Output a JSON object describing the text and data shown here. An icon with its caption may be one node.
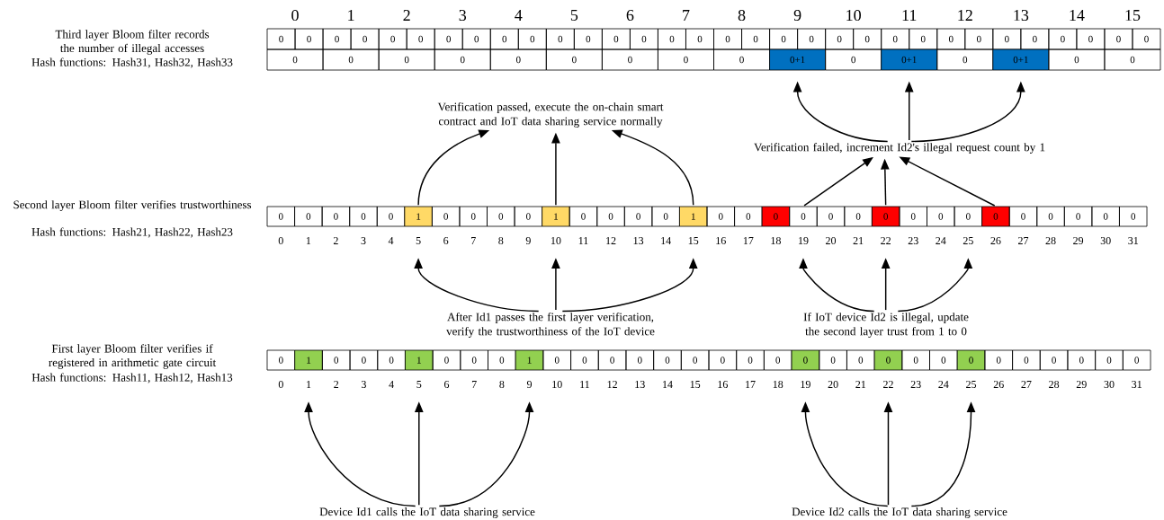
{
  "diagram": {
    "nodes": [
      {
        "text": [
          "0"
        ]
      },
      {
        "text": [
          "0"
        ]
      },
      {
        "text": [
          "0"
        ]
      },
      {
        "text": [
          "0"
        ]
      },
      {
        "text": [
          "0"
        ]
      },
      {
        "text": [
          "0"
        ]
      },
      {
        "text": [
          "0"
        ]
      },
      {
        "text": [
          "0"
        ]
      },
      {
        "text": [
          "0"
        ]
      },
      {
        "text": [
          "0"
        ]
      },
      {
        "text": [
          "0"
        ]
      },
      {
        "text": [
          "0"
        ]
      },
      {
        "text": [
          "0"
        ]
      },
      {
        "text": [
          "0"
        ]
      },
      {
        "text": [
          "0"
        ]
      },
      {
        "text": [
          "0"
        ]
      },
      {
        "text": [
          "0"
        ]
      },
      {
        "text": [
          "0"
        ]
      },
      {
        "text": [
          "0"
        ]
      },
      {
        "text": [
          "0"
        ]
      },
      {
        "text": [
          "0"
        ]
      },
      {
        "text": [
          "0"
        ]
      },
      {
        "text": [
          "0"
        ]
      },
      {
        "text": [
          "0"
        ]
      },
      {
        "text": [
          "0"
        ]
      },
      {
        "text": [
          "0"
        ]
      },
      {
        "text": [
          "0"
        ]
      },
      {
        "text": [
          "0"
        ]
      },
      {
        "text": [
          "0"
        ]
      },
      {
        "text": [
          "0"
        ]
      },
      {
        "text": [
          "0"
        ]
      },
      {
        "text": [
          "0"
        ]
      },
      {
        "text": [
          "0"
        ]
      },
      {
        "text": [
          "0"
        ]
      },
      {
        "text": [
          "0"
        ]
      },
      {
        "text": [
          "0"
        ]
      },
      {
        "text": [
          "0"
        ]
      },
      {
        "text": [
          "0"
        ]
      },
      {
        "text": [
          "0"
        ]
      },
      {
        "text": [
          "0"
        ]
      },
      {
        "text": [
          "0"
        ]
      },
      {
        "text": [
          "0+1"
        ]
      },
      {
        "text": [
          "0"
        ]
      },
      {
        "text": [
          "0+1"
        ]
      },
      {
        "text": [
          "0"
        ]
      },
      {
        "text": [
          "0+1"
        ]
      },
      {
        "text": [
          "0"
        ]
      },
      {
        "text": [
          "0"
        ]
      },
      {
        "text": [
          "Verification passed, execute the on-chain smart contract and IoT data sharing service normally"
        ]
      },
      {
        "text": [
          "Verification failed, increment Id2's illegal request count by 1"
        ]
      },
      {
        "text": [
          "0"
        ]
      },
      {
        "text": [
          "0"
        ]
      },
      {
        "text": [
          "0"
        ]
      },
      {
        "text": [
          "0"
        ]
      },
      {
        "text": [
          "0"
        ]
      },
      {
        "text": [
          "1"
        ]
      },
      {
        "text": [
          "0"
        ]
      },
      {
        "text": [
          "0"
        ]
      },
      {
        "text": [
          "0"
        ]
      },
      {
        "text": [
          "0"
        ]
      },
      {
        "text": [
          "1"
        ]
      },
      {
        "text": [
          "0"
        ]
      },
      {
        "text": [
          "0"
        ]
      },
      {
        "text": [
          "0"
        ]
      },
      {
        "text": [
          "0"
        ]
      },
      {
        "text": [
          "1"
        ]
      },
      {
        "text": [
          "0"
        ]
      },
      {
        "text": [
          "0"
        ]
      },
      {
        "text": [
          "0"
        ]
      },
      {
        "text": [
          "0"
        ]
      },
      {
        "text": [
          "0"
        ]
      },
      {
        "text": [
          "0"
        ]
      },
      {
        "text": [
          "0"
        ]
      },
      {
        "text": [
          "0"
        ]
      },
      {
        "text": [
          "0"
        ]
      },
      {
        "text": [
          "0"
        ]
      },
      {
        "text": [
          "0"
        ]
      },
      {
        "text": [
          "0"
        ]
      },
      {
        "text": [
          "0"
        ]
      },
      {
        "text": [
          "0"
        ]
      },
      {
        "text": [
          "0"
        ]
      },
      {
        "text": [
          "0"
        ]
      },
      {
        "text": [
          "After Id1 passes the first layer verification, verify the trustworthiness of the IoT device"
        ]
      },
      {
        "text": [
          "If IoT device Id2 is illegal, update the second layer trust from 1 to 0"
        ]
      },
      {
        "text": [
          "0"
        ]
      },
      {
        "text": [
          "1"
        ]
      },
      {
        "text": [
          "0"
        ]
      },
      {
        "text": [
          "0"
        ]
      },
      {
        "text": [
          "0"
        ]
      },
      {
        "text": [
          "1"
        ]
      },
      {
        "text": [
          "0"
        ]
      },
      {
        "text": [
          "0"
        ]
      },
      {
        "text": [
          "0"
        ]
      },
      {
        "text": [
          "1"
        ]
      },
      {
        "text": [
          "0"
        ]
      },
      {
        "text": [
          "0"
        ]
      },
      {
        "text": [
          "0"
        ]
      },
      {
        "text": [
          "0"
        ]
      },
      {
        "text": [
          "0"
        ]
      },
      {
        "text": [
          "0"
        ]
      },
      {
        "text": [
          "0"
        ]
      },
      {
        "text": [
          "0"
        ]
      },
      {
        "text": [
          "0"
        ]
      },
      {
        "text": [
          "0"
        ]
      },
      {
        "text": [
          "0"
        ]
      },
      {
        "text": [
          "0"
        ]
      },
      {
        "text": [
          "0"
        ]
      },
      {
        "text": [
          "0"
        ]
      },
      {
        "text": [
          "0"
        ]
      },
      {
        "text": [
          "0"
        ]
      },
      {
        "text": [
          "0"
        ]
      },
      {
        "text": [
          "0"
        ]
      },
      {
        "text": [
          "0"
        ]
      },
      {
        "text": [
          "0"
        ]
      },
      {
        "text": [
          "0"
        ]
      },
      {
        "text": [
          "0"
        ]
      },
      {
        "text": [
          "Device Id1 calls the IoT data sharing service"
        ]
      },
      {
        "text": [
          "Device Id2 calls the IoT data sharing service"
        ]
      }
    ],
    "edges": [
      {
        "from": 116,
        "to": 85,
        "arrow": "to"
      },
      {
        "from": 116,
        "to": 89,
        "arrow": "to"
      },
      {
        "from": 116,
        "to": 93,
        "arrow": "to"
      },
      {
        "from": 117,
        "to": 103,
        "arrow": "to"
      },
      {
        "from": 117,
        "to": 106,
        "arrow": "to"
      },
      {
        "from": 117,
        "to": 109,
        "arrow": "to"
      },
      {
        "from": 82,
        "to": 55,
        "arrow": "to"
      },
      {
        "from": 82,
        "to": 60,
        "arrow": "to"
      },
      {
        "from": 82,
        "to": 65,
        "arrow": "to"
      },
      {
        "from": 83,
        "to": 69,
        "arrow": "to"
      },
      {
        "from": 83,
        "to": 72,
        "arrow": "to"
      },
      {
        "from": 83,
        "to": 75,
        "arrow": "to"
      },
      {
        "from": 55,
        "to": 48,
        "arrow": "to"
      },
      {
        "from": 60,
        "to": 48,
        "arrow": "to"
      },
      {
        "from": 65,
        "to": 48,
        "arrow": "to"
      },
      {
        "from": 69,
        "to": 49,
        "arrow": "to"
      },
      {
        "from": 72,
        "to": 49,
        "arrow": "to"
      },
      {
        "from": 76,
        "to": 49,
        "arrow": "to"
      },
      {
        "from": 49,
        "to": 41,
        "arrow": "to"
      },
      {
        "from": 49,
        "to": 43,
        "arrow": "to"
      },
      {
        "from": 49,
        "to": 45,
        "arrow": "to"
      }
    ],
    "labels": [
      "Third layer Bloom filter records the number of illegal accesses",
      "Hash functions: Hash31, Hash32, Hash33",
      "0",
      "1",
      "2",
      "3",
      "4",
      "5",
      "6",
      "7",
      "8",
      "9",
      "10",
      "11",
      "12",
      "13",
      "14",
      "15",
      "Second layer Bloom filter verifies trustworthiness",
      "Hash functions: Hash21, Hash22, Hash23",
      "0",
      "1",
      "2",
      "3",
      "4",
      "5",
      "6",
      "7",
      "8",
      "9",
      "10",
      "11",
      "12",
      "13",
      "14",
      "15",
      "16",
      "17",
      "18",
      "19",
      "20",
      "21",
      "22",
      "23",
      "24",
      "25",
      "26",
      "27",
      "28",
      "29",
      "30",
      "31",
      "First layer Bloom filter verifies if registered in arithmetic gate circuit",
      "Hash functions: Hash11, Hash12, Hash13",
      "0",
      "1",
      "2",
      "3",
      "4",
      "5",
      "6",
      "7",
      "8",
      "9",
      "10",
      "11",
      "12",
      "13",
      "14",
      "15",
      "16",
      "17",
      "18",
      "19",
      "20",
      "21",
      "22",
      "23",
      "24",
      "25",
      "26",
      "27",
      "28",
      "29",
      "30",
      "31"
    ]
  }
}
